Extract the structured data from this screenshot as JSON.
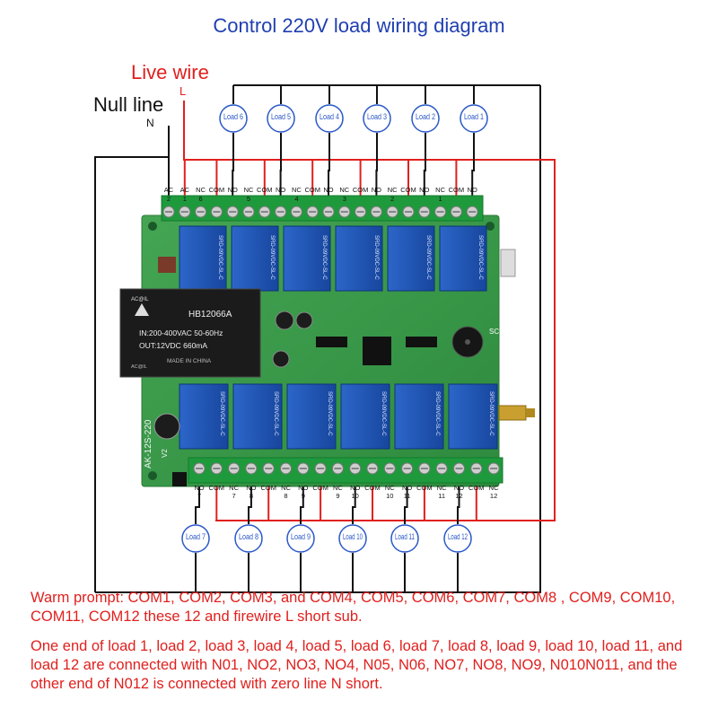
{
  "title": "Control 220V load wiring diagram",
  "live_wire": {
    "label": "Live wire",
    "symbol": "L"
  },
  "null_line": {
    "label": "Null line",
    "symbol": "N"
  },
  "top_loads": [
    "Load 6",
    "Load 5",
    "Load 4",
    "Load 3",
    "Load 2",
    "Load 1"
  ],
  "bottom_loads": [
    "Load 7",
    "Load 8",
    "Load 9",
    "Load 10",
    "Load 11",
    "Load 12"
  ],
  "top_terminals": [
    {
      "line1": "AC",
      "line2": "2"
    },
    {
      "line1": "AC",
      "line2": "1"
    },
    {
      "line1": "NC",
      "line2": "6"
    },
    {
      "line1": "COM",
      "line2": ""
    },
    {
      "line1": "NO",
      "line2": ""
    },
    {
      "line1": "NC",
      "line2": "5"
    },
    {
      "line1": "COM",
      "line2": ""
    },
    {
      "line1": "NO",
      "line2": ""
    },
    {
      "line1": "NC",
      "line2": "4"
    },
    {
      "line1": "COM",
      "line2": ""
    },
    {
      "line1": "NO",
      "line2": ""
    },
    {
      "line1": "NC",
      "line2": "3"
    },
    {
      "line1": "COM",
      "line2": ""
    },
    {
      "line1": "NO",
      "line2": ""
    },
    {
      "line1": "NC",
      "line2": "2"
    },
    {
      "line1": "COM",
      "line2": ""
    },
    {
      "line1": "NO",
      "line2": ""
    },
    {
      "line1": "NC",
      "line2": "1"
    },
    {
      "line1": "COM",
      "line2": ""
    },
    {
      "line1": "NO",
      "line2": ""
    }
  ],
  "bottom_terminals": [
    {
      "line1": "NO",
      "line2": "7"
    },
    {
      "line1": "COM",
      "line2": ""
    },
    {
      "line1": "NC",
      "line2": "7"
    },
    {
      "line1": "NO",
      "line2": "8"
    },
    {
      "line1": "COM",
      "line2": ""
    },
    {
      "line1": "NC",
      "line2": "8"
    },
    {
      "line1": "NO",
      "line2": "9"
    },
    {
      "line1": "COM",
      "line2": ""
    },
    {
      "line1": "NC",
      "line2": "9"
    },
    {
      "line1": "NO",
      "line2": "10"
    },
    {
      "line1": "COM",
      "line2": ""
    },
    {
      "line1": "NC",
      "line2": "10"
    },
    {
      "line1": "NO",
      "line2": "11"
    },
    {
      "line1": "COM",
      "line2": ""
    },
    {
      "line1": "NC",
      "line2": "11"
    },
    {
      "line1": "NO",
      "line2": "12"
    },
    {
      "line1": "COM",
      "line2": ""
    },
    {
      "line1": "NC",
      "line2": "12"
    }
  ],
  "board": {
    "model": "AK-12S-220",
    "version": "V2",
    "relay_text": "SRD-09VDC-SL-C",
    "buzzer_text": "SC",
    "power_module": {
      "brand": "AC@IL",
      "maker": "AC@IL",
      "model": "HB12066A",
      "input": "IN:200-400VAC  50-60Hz",
      "output": "OUT:12VDC 660mA",
      "origin": "MADE IN CHINA"
    }
  },
  "notes": [
    "Warm prompt: COM1, COM2, COM3, and COM4, COM5, COM6, COM7, COM8 , COM9, COM10, COM11, COM12 these 12 and firewire L short sub.",
    "One end of load 1, load 2, load 3, load 4, load 5, load 6, load 7, load 8, load 9, load 10, load 11, and load 12 are connected with N01, NO2, NO3, NO4, N05, N06, NO7, NO8, NO9, N010N011, and the other end of N012 is connected with zero line N short."
  ],
  "colors": {
    "title": "#1f3fb0",
    "live": "#e0201e",
    "neutral": "#111111",
    "board": "#3a9a4a",
    "terminal": "#1e9a3c",
    "relay": "#1f55b5",
    "load_ring": "#2a58c8"
  }
}
